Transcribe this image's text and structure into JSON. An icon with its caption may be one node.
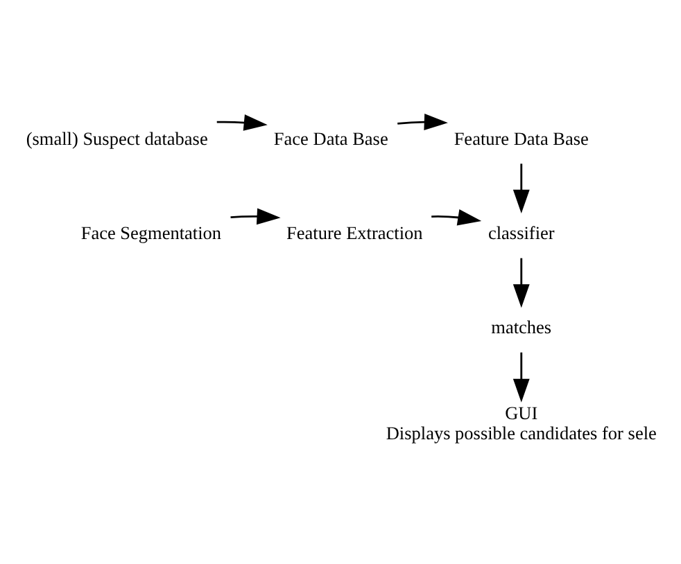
{
  "diagram": {
    "nodes": [
      {
        "text": [
          "(small) Suspect database"
        ]
      },
      {
        "text": [
          "Face Data Base"
        ]
      },
      {
        "text": [
          "Feature Data Base"
        ]
      },
      {
        "text": [
          "Face Segmentation"
        ]
      },
      {
        "text": [
          "Feature Extraction"
        ]
      },
      {
        "text": [
          "classifier"
        ]
      },
      {
        "text": [
          "matches"
        ]
      },
      {
        "text": [
          "GUI",
          "Displays possible candidates for sele"
        ]
      }
    ],
    "edges": [
      {
        "from": 0,
        "to": 1,
        "arrow": "to"
      },
      {
        "from": 1,
        "to": 2,
        "arrow": "to"
      },
      {
        "from": 2,
        "to": 5,
        "arrow": "to"
      },
      {
        "from": 3,
        "to": 4,
        "arrow": "to"
      },
      {
        "from": 4,
        "to": 5,
        "arrow": "to"
      },
      {
        "from": 5,
        "to": 6,
        "arrow": "to"
      },
      {
        "from": 6,
        "to": 7,
        "arrow": "to"
      }
    ]
  }
}
